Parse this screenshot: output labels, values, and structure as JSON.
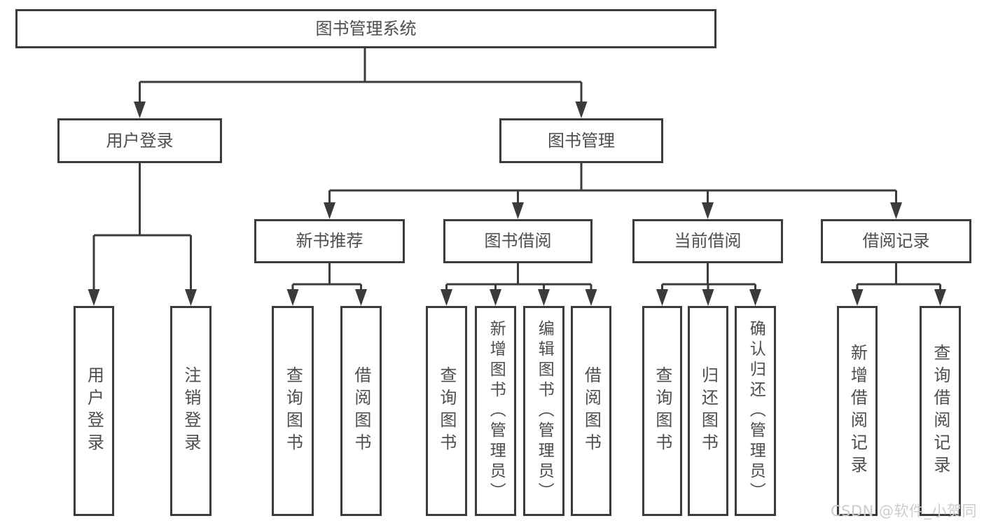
{
  "diagram": {
    "type": "hierarchy-tree",
    "title": "图书管理系统",
    "watermark": "CSDN @软件_小贺同学",
    "colors": {
      "line": "#3b3b3b",
      "border": "#3b3b3b",
      "text": "#4d4d4d",
      "background": "#ffffff",
      "watermark_color": "#cccccc"
    },
    "tree": {
      "label": "图书管理系统",
      "children": [
        {
          "label": "用户登录",
          "children": [
            {
              "label": "用户登录"
            },
            {
              "label": "注销登录"
            }
          ]
        },
        {
          "label": "图书管理",
          "children": [
            {
              "label": "新书推荐",
              "children": [
                {
                  "label": "查询图书"
                },
                {
                  "label": "借阅图书"
                }
              ]
            },
            {
              "label": "图书借阅",
              "children": [
                {
                  "label": "查询图书"
                },
                {
                  "label": "新增图书（管理员）"
                },
                {
                  "label": "编辑图书（管理员）"
                },
                {
                  "label": "借阅图书"
                }
              ]
            },
            {
              "label": "当前借阅",
              "children": [
                {
                  "label": "查询图书"
                },
                {
                  "label": "归还图书"
                },
                {
                  "label": "确认归还（管理员）"
                }
              ]
            },
            {
              "label": "借阅记录",
              "children": [
                {
                  "label": "新增借阅记录"
                },
                {
                  "label": "查询借阅记录"
                }
              ]
            }
          ]
        }
      ]
    }
  }
}
